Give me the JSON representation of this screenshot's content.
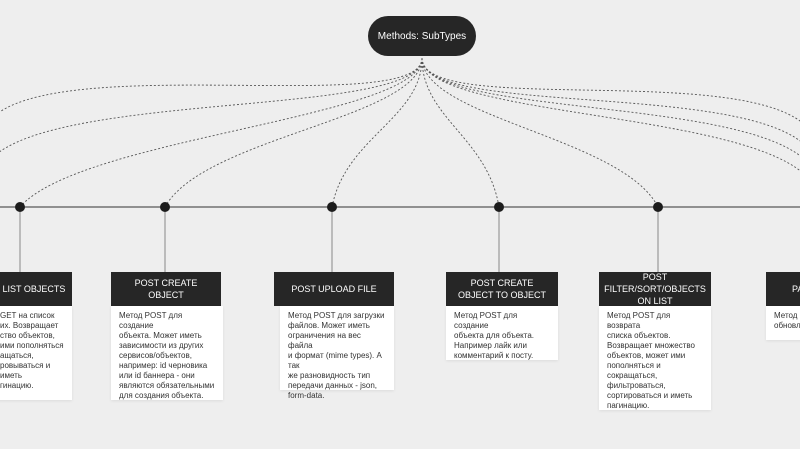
{
  "root": {
    "label": "Methods: SubTypes"
  },
  "methods": [
    {
      "id": "list",
      "title": "T LIST OBJECTS",
      "description": "GET на список\nих. Возвращает\nство объектов,\nими пополняться\nащаться,\nровываться и иметь\nгинацию."
    },
    {
      "id": "create",
      "title": "POST CREATE OBJECT",
      "description": "Метод POST для создание\nобъекта. Может иметь\nзависимости из других\nсервисов/объектов,\nнапример: id черновика\nили id баннера - они\nявляются обязательными\nдля создания объекта."
    },
    {
      "id": "upload",
      "title": "POST UPLOAD FILE",
      "description": "Метод POST для загрузки\nфайлов. Может иметь\nограничения на вес файла\nи формат (mime types). А так\nже разновидность тип\nпередачи данных - json,\nform-data."
    },
    {
      "id": "create-for-object",
      "title": "POST CREATE OBJECT TO OBJECT",
      "description": "Метод POST для создание\nобъекта для объекта.\nНапример лайк или\nкомментарий к посту."
    },
    {
      "id": "filter",
      "title": "POST FILTER/SORT/OBJECTS ON LIST",
      "description": "Метод POST для возврата\nсписка объектов.\nВозвращает множество\nобъектов, может ими\nпополняться и\nсокращаться,\nфильтроваться,\nсортироваться и иметь\nпагинацию."
    },
    {
      "id": "partial",
      "title": "PA",
      "description": "Метод\nобновл"
    }
  ]
}
